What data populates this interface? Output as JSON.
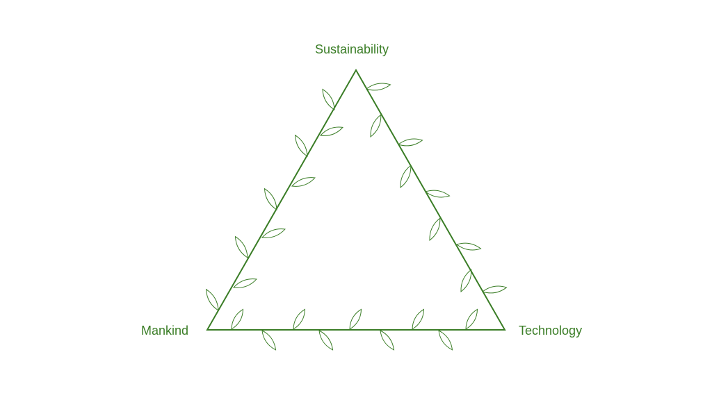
{
  "diagram": {
    "vertices": {
      "top": "Sustainability",
      "bottom_left": "Mankind",
      "bottom_right": "Technology"
    },
    "color": "#3a7d26"
  }
}
